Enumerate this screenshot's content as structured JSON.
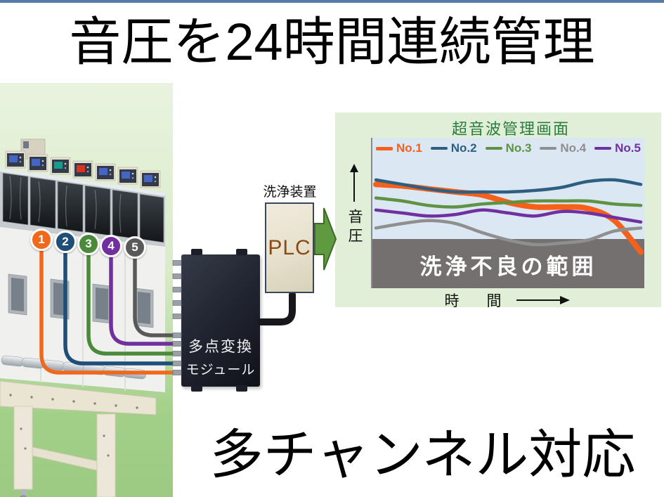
{
  "page": {
    "accent_bar_color": "#567ba7"
  },
  "title": "音圧を24時間連続管理",
  "bottom_caption": "多チャンネル対応",
  "plc": {
    "label": "洗浄装置",
    "text": "PLC"
  },
  "module": {
    "line1": "多点変換",
    "line2": "モジュール"
  },
  "channels": [
    {
      "num": "1",
      "color": "#f0681c"
    },
    {
      "num": "2",
      "color": "#1f4e79"
    },
    {
      "num": "3",
      "color": "#4c8a3b"
    },
    {
      "num": "4",
      "color": "#7030a0"
    },
    {
      "num": "5",
      "color": "#595959"
    }
  ],
  "chart_data": {
    "type": "line",
    "title": "超音波管理画面",
    "ylabel": "音圧",
    "xlabel": "時　間",
    "warning_band_label": "洗浄不良の範囲",
    "x": [
      0,
      1,
      2,
      3,
      4,
      5,
      6,
      7,
      8,
      9,
      10
    ],
    "x_axis": "time (qualitative, no ticks)",
    "y_axis": "sound pressure (qualitative, no ticks, 0-100 relative)",
    "ylim": [
      0,
      100
    ],
    "warning_threshold": 33,
    "legend_position": "top",
    "grid": false,
    "series": [
      {
        "name": "No.1",
        "color": "#f5601a",
        "values": [
          69,
          68,
          66,
          64,
          62,
          57,
          54,
          54,
          53,
          45,
          24
        ]
      },
      {
        "name": "No.2",
        "color": "#2e5f80",
        "values": [
          72,
          69,
          66,
          64,
          64,
          64,
          65,
          67,
          71,
          72,
          69
        ]
      },
      {
        "name": "No.3",
        "color": "#5f9243",
        "values": [
          60,
          58,
          55,
          54,
          56,
          57,
          58,
          58,
          58,
          56,
          55
        ]
      },
      {
        "name": "No.4",
        "color": "#8f8f8f",
        "values": [
          40,
          43,
          45,
          43,
          37,
          32,
          29,
          30,
          32,
          38,
          40
        ]
      },
      {
        "name": "No.5",
        "color": "#7030a0",
        "values": [
          52,
          50,
          48,
          49,
          52,
          50,
          48,
          51,
          50,
          47,
          44
        ]
      }
    ]
  }
}
